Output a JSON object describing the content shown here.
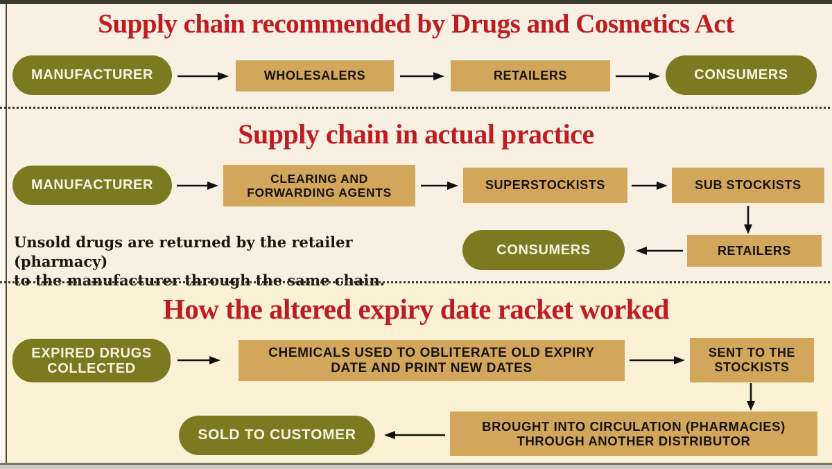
{
  "colors": {
    "background_top": "#f8f1e3",
    "background_bottom": "#fbf1d5",
    "pill_olive": "#7c7a21",
    "box_tan": "#d2a75c",
    "title_red": "#bf1c22",
    "text_dark": "#17120a",
    "pill_text": "#f7f3e2"
  },
  "section1": {
    "title": "Supply chain recommended by Drugs and Cosmetics Act",
    "manufacturer": "MANUFACTURER",
    "wholesalers": "WHOLESALERS",
    "retailers": "RETAILERS",
    "consumers": "CONSUMERS"
  },
  "section2": {
    "title": "Supply chain in actual practice",
    "manufacturer": "MANUFACTURER",
    "clearing_agents": "CLEARING AND\nFORWARDING AGENTS",
    "superstockists": "SUPERSTOCKISTS",
    "sub_stockists": "SUB STOCKISTS",
    "retailers": "RETAILERS",
    "consumers": "CONSUMERS",
    "note": "Unsold drugs are returned by the retailer (pharmacy)\nto the manufacturer through the same chain."
  },
  "section3": {
    "title": "How the altered expiry date racket worked",
    "expired_drugs": "EXPIRED DRUGS\nCOLLECTED",
    "chemicals": "CHEMICALS USED TO OBLITERATE OLD EXPIRY\nDATE AND PRINT NEW DATES",
    "sent_to_stockists": "SENT TO THE\nSTOCKISTS",
    "brought_into_circulation": "BROUGHT INTO CIRCULATION (PHARMACIES)\nTHROUGH ANOTHER DISTRIBUTOR",
    "sold_to_customer": "SOLD TO CUSTOMER"
  }
}
